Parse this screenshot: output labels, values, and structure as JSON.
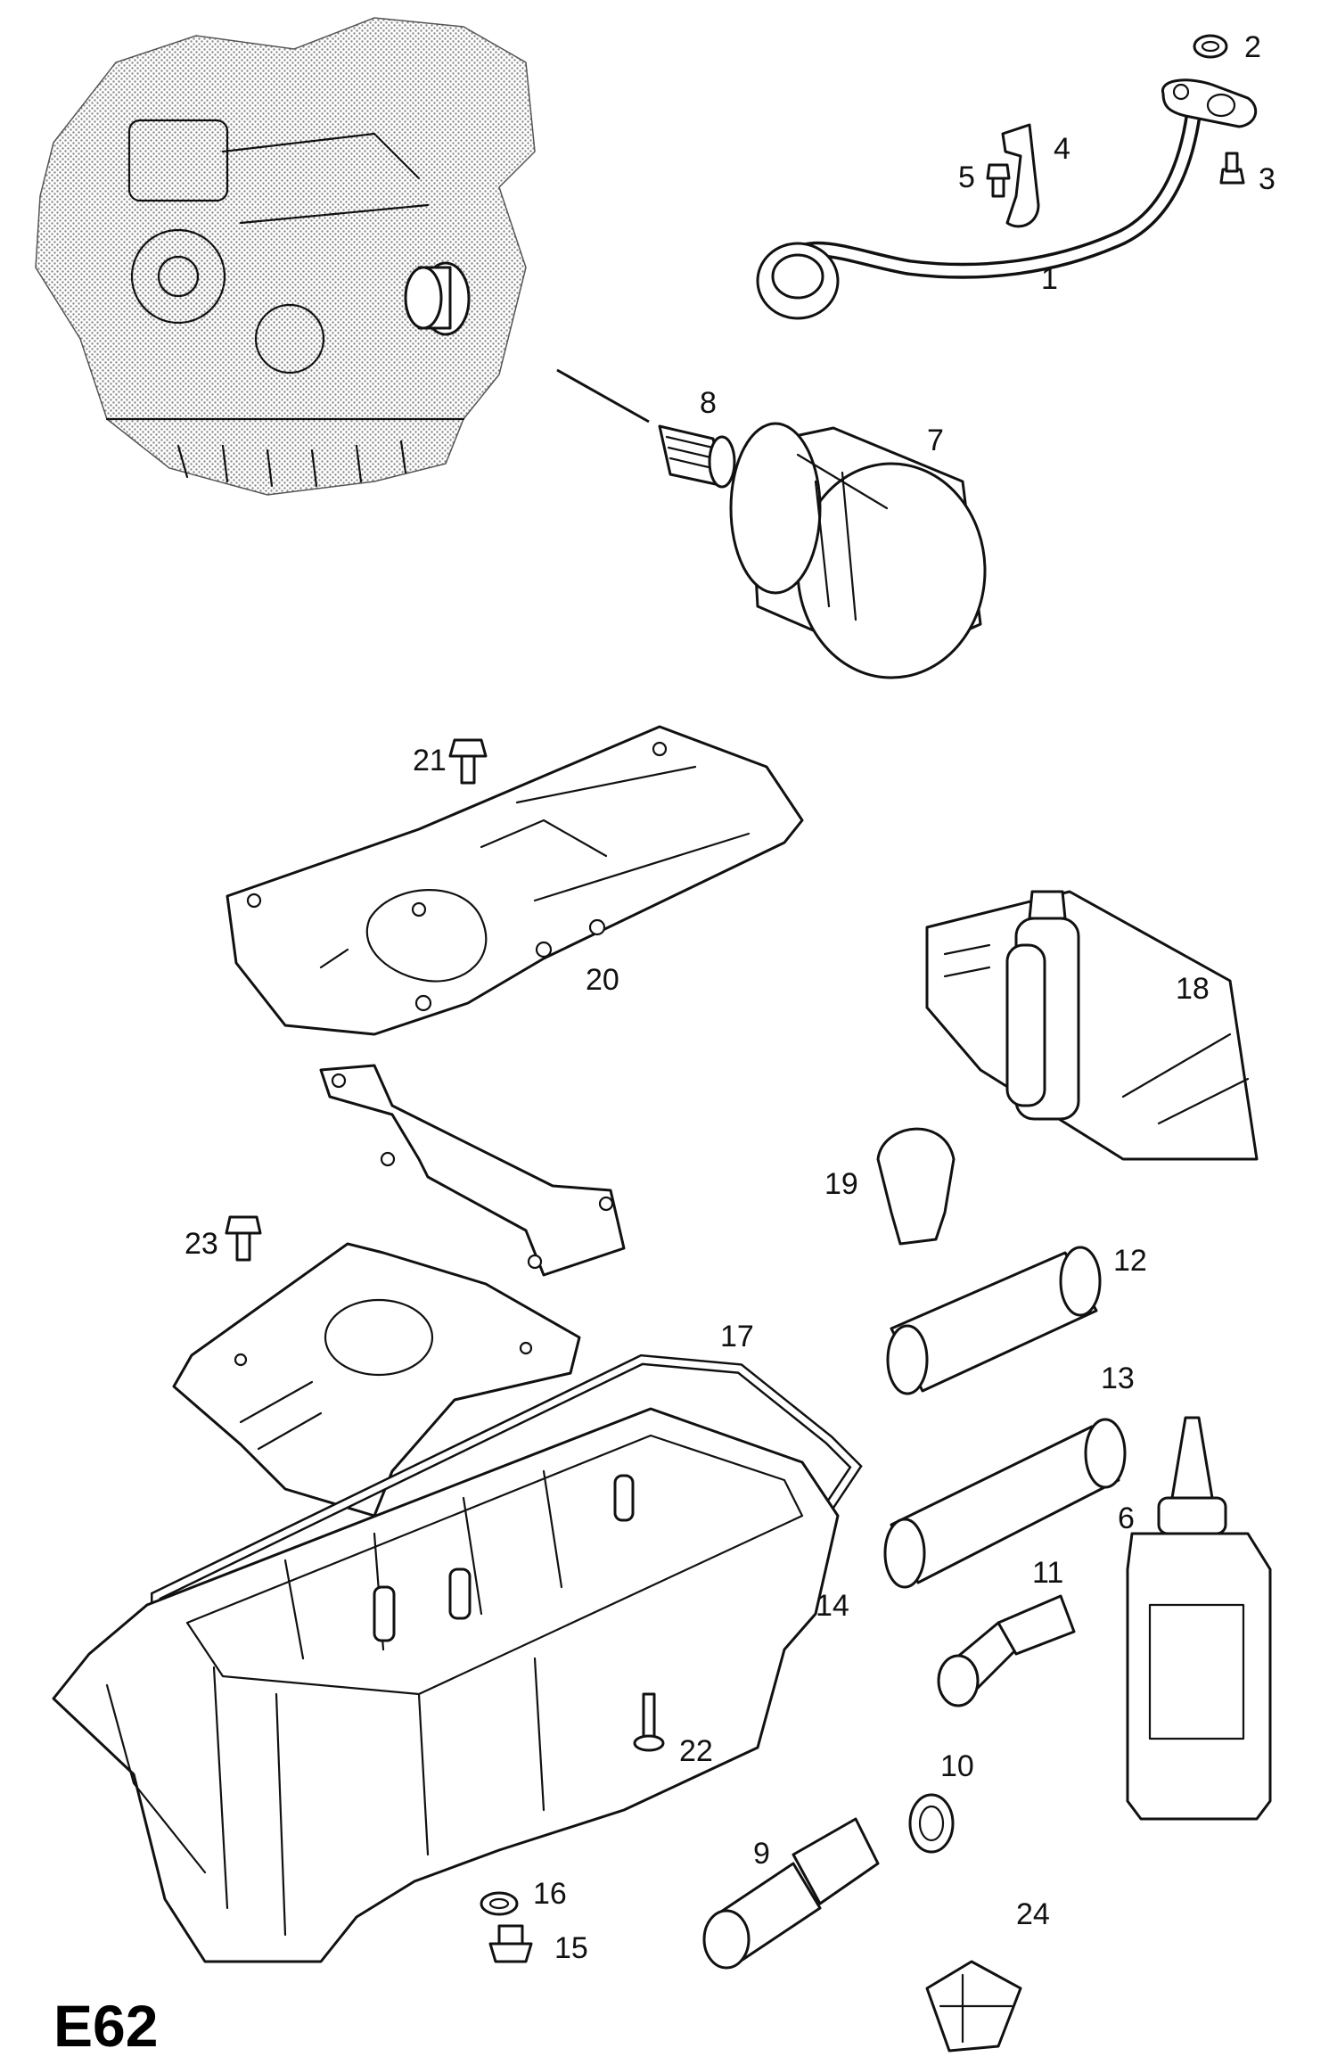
{
  "diagram_code": "E62",
  "callouts": {
    "c1": "1",
    "c2": "2",
    "c3": "3",
    "c4": "4",
    "c5": "5",
    "c6": "6",
    "c7": "7",
    "c8": "8",
    "c9": "9",
    "c10": "10",
    "c11": "11",
    "c12": "12",
    "c13": "13",
    "c14": "14",
    "c15": "15",
    "c16": "16",
    "c17": "17",
    "c18": "18",
    "c19": "19",
    "c20": "20",
    "c21": "21",
    "c22": "22",
    "c23": "23",
    "c24": "24"
  },
  "colors": {
    "line": "#111111",
    "stipple": "#9a9a9a",
    "background": "#ffffff"
  }
}
